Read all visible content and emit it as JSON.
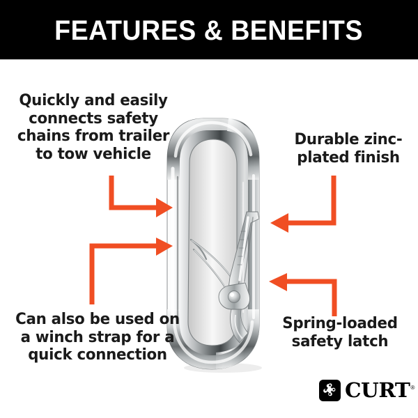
{
  "header": {
    "title": "FEATURES & BENEFITS",
    "background_color": "#000000",
    "text_color": "#ffffff"
  },
  "theme": {
    "accent_color": "#F04E23",
    "text_color": "#1a1a1a",
    "background_color": "#ffffff"
  },
  "callouts": [
    {
      "id": "top-left",
      "text": "Quickly and easily connects safety chains from trailer to tow vehicle",
      "arrow": "elbow-down-right-arrow"
    },
    {
      "id": "top-right",
      "text": "Durable zinc-plated finish",
      "arrow": "elbow-down-left-arrow"
    },
    {
      "id": "bottom-left",
      "text": "Can also be used on a winch strap for a quick connection",
      "arrow": "elbow-up-right-arrow"
    },
    {
      "id": "bottom-right",
      "text": "Spring-loaded safety latch",
      "arrow": "elbow-up-left-arrow"
    }
  ],
  "product": {
    "name": "zinc-plated-snap-hook-carabiner",
    "alt": "Zinc-plated steel snap hook carabiner with spring-loaded safety latch"
  },
  "brand": {
    "wordmark": "CURT",
    "registered_mark": "®",
    "logo_mark": "curt-pinwheel-icon"
  }
}
